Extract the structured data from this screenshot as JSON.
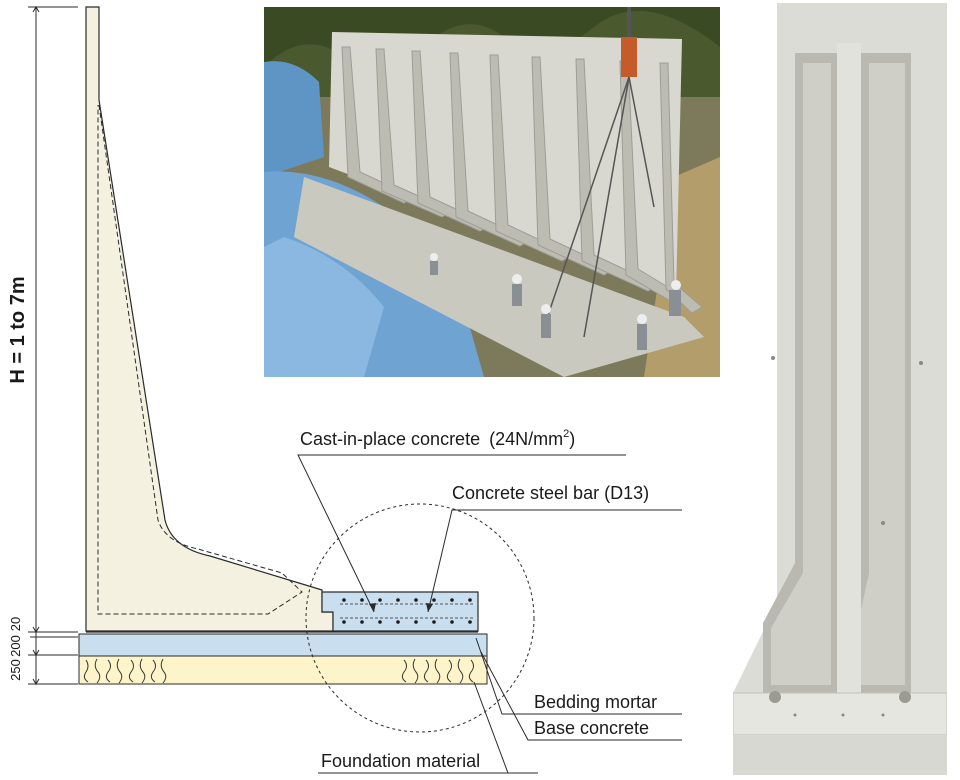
{
  "dimensions": {
    "height_label": "H = 1 to 7m",
    "dim_20": "20",
    "dim_200": "200",
    "dim_250": "250"
  },
  "callouts": {
    "cast_in_place": "Cast-in-place concrete",
    "cast_in_place_strength": "(24N/mm",
    "cast_in_place_sup": "2",
    "cast_in_place_close": ")",
    "steel_bar": "Concrete steel bar (D13)",
    "bedding_mortar": "Bedding mortar",
    "base_concrete": "Base concrete",
    "foundation_material": "Foundation material"
  },
  "colors": {
    "wall_fill": "#f4f1e0",
    "blue_fill": "#c9dff0",
    "foundation_fill": "#fdf5c9",
    "line": "#2a2a2a"
  }
}
